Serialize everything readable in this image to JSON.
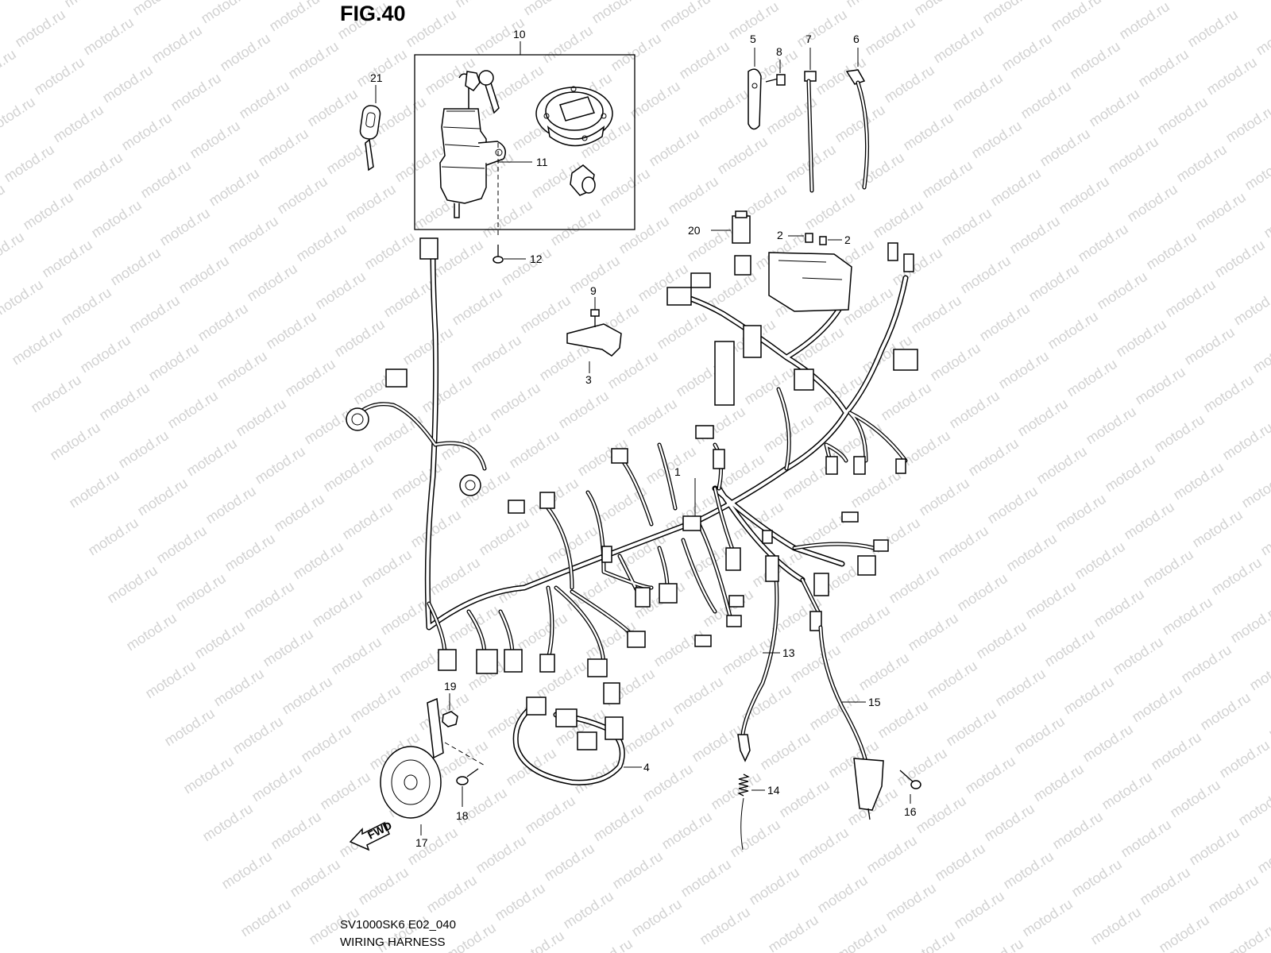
{
  "figure_label": "FIG.40",
  "model_code": "SV1000SK6 E02_040",
  "diagram_title": "WIRING HARNESS",
  "watermark": "motod.ru",
  "direction_arrow": "FWD",
  "callouts": [
    "1",
    "2",
    "2",
    "3",
    "4",
    "5",
    "6",
    "7",
    "8",
    "9",
    "10",
    "11",
    "12",
    "13",
    "14",
    "15",
    "16",
    "17",
    "18",
    "19",
    "20",
    "21"
  ]
}
